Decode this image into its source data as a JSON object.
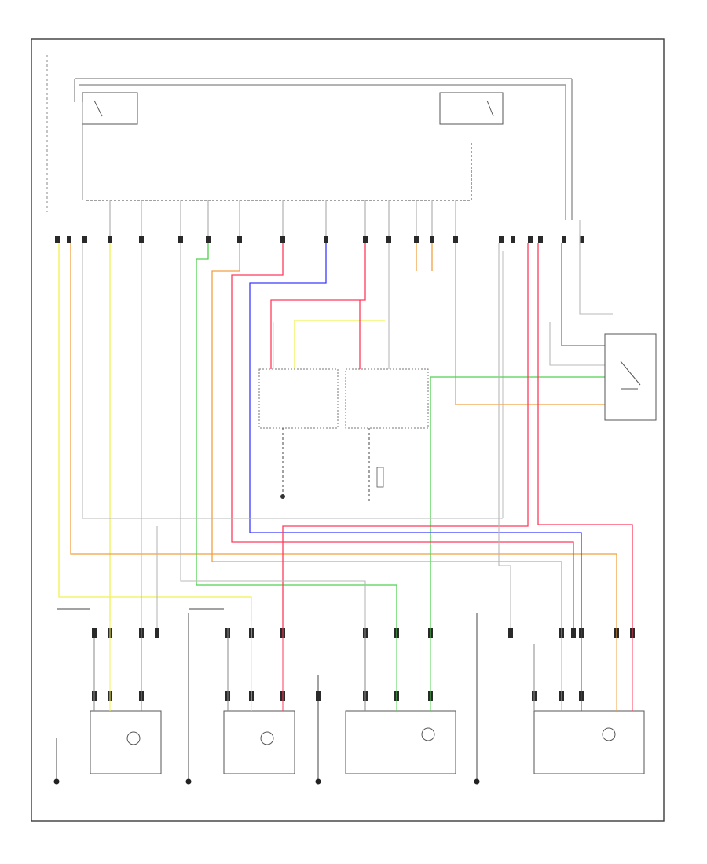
{
  "diagram": {
    "title": "",
    "footer_code": "",
    "colors": {
      "frame": "#3a3a3a",
      "wire_gray": "#b8b8b8",
      "wire_yellow": "#f2f250",
      "wire_orange": "#f0a040",
      "wire_green": "#4fd04f",
      "wire_blue": "#3a3aff",
      "wire_red": "#ff3b5c",
      "wire_pink": "#f06a8a",
      "connector": "#2a2a2a"
    },
    "components": [
      {
        "id": "top-left-relay",
        "label": ""
      },
      {
        "id": "top-right-relay",
        "label": ""
      },
      {
        "id": "body-control-module",
        "label": ""
      },
      {
        "id": "left-lock-actuator",
        "label": ""
      },
      {
        "id": "right-lock-actuator",
        "label": ""
      },
      {
        "id": "door-switch",
        "label": ""
      },
      {
        "id": "rear-left-door-lock",
        "label": ""
      },
      {
        "id": "rear-right-door-lock",
        "label": ""
      },
      {
        "id": "driver-door-lock",
        "label": ""
      },
      {
        "id": "passenger-door-lock",
        "label": ""
      }
    ]
  }
}
